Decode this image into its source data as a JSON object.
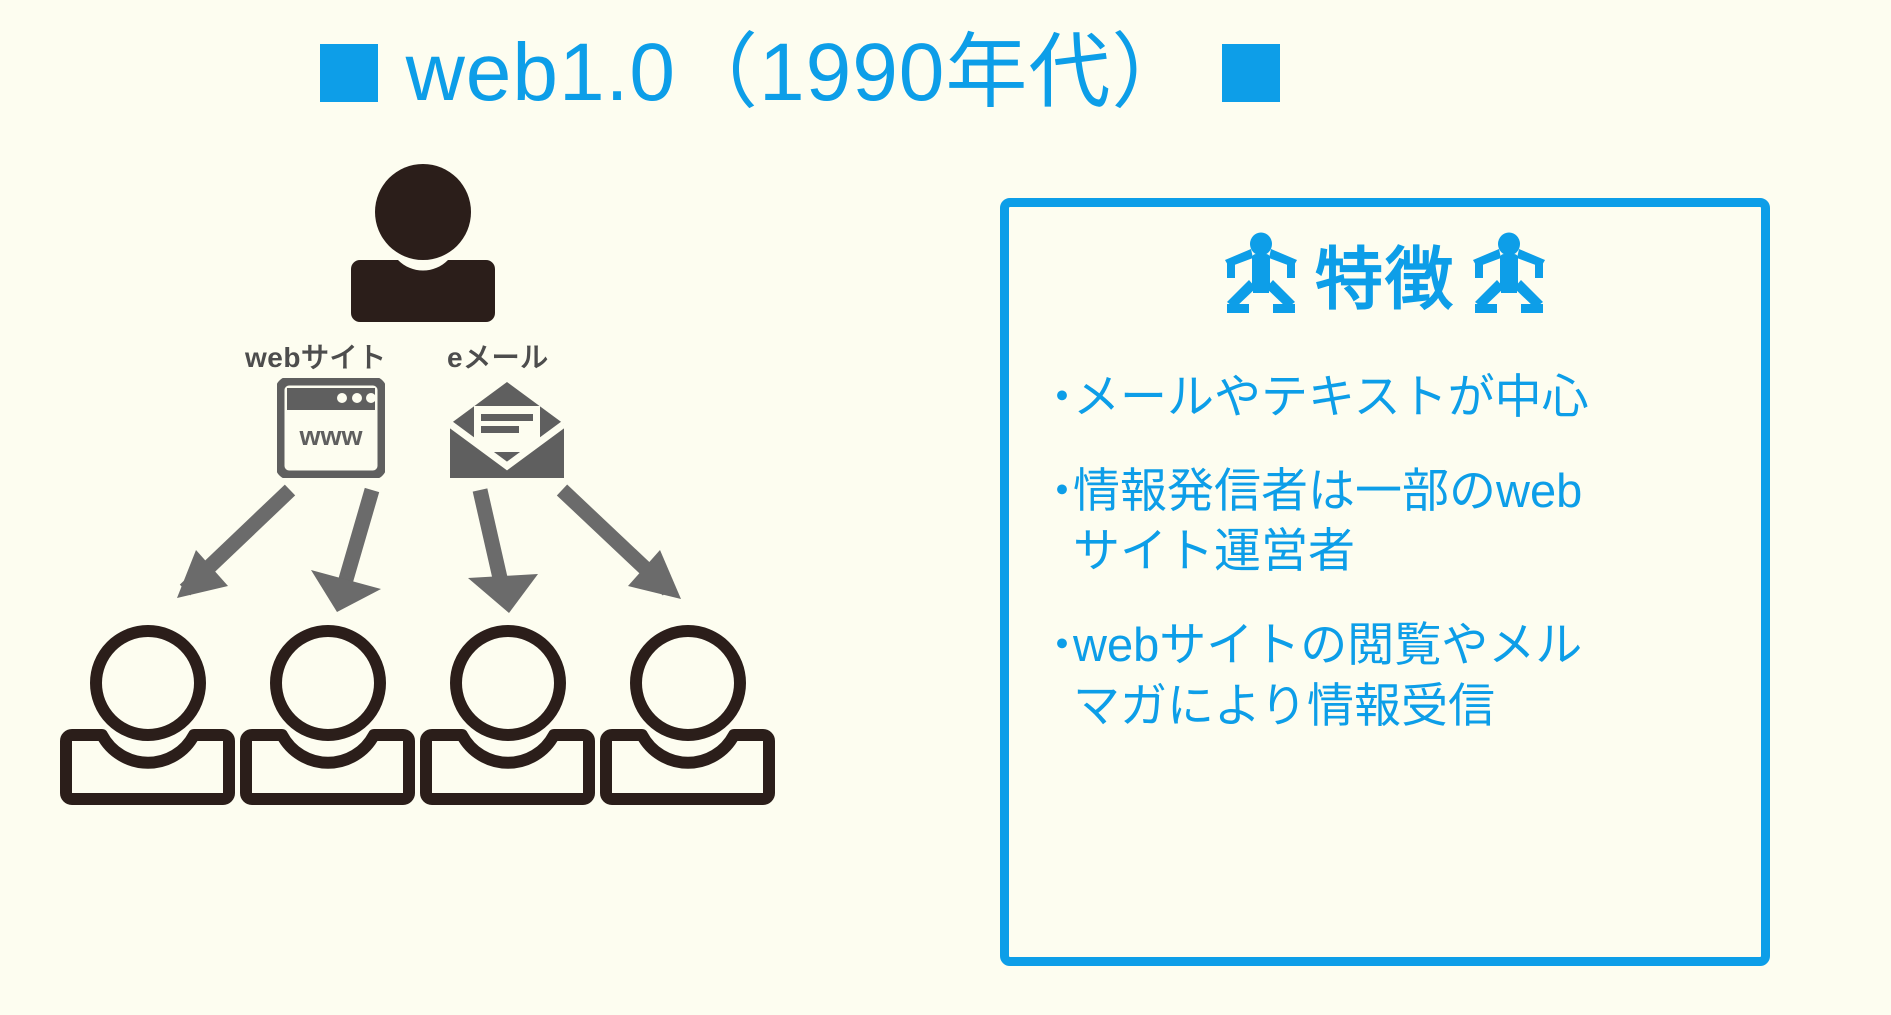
{
  "page": {
    "background_color": "#fdfdf0",
    "accent_color": "#0d9ee8",
    "dark_color": "#2b1e1a",
    "gray_color": "#5f5f5f"
  },
  "title": {
    "text": "web1.0（1990年代）",
    "left_marker": "square-marker",
    "right_marker": "square-marker",
    "color": "#0d9ee8"
  },
  "diagram": {
    "source": {
      "icon": "person-filled-icon",
      "label": ""
    },
    "channels": [
      {
        "label": "webサイト",
        "icon": "browser-window-icon",
        "icon_text": "www"
      },
      {
        "label": "eメール",
        "icon": "open-envelope-icon"
      }
    ],
    "arrows": [
      {
        "direction": "down-left"
      },
      {
        "direction": "down"
      },
      {
        "direction": "down"
      },
      {
        "direction": "down-right"
      }
    ],
    "receivers": [
      {
        "icon": "person-outline-icon"
      },
      {
        "icon": "person-outline-icon"
      },
      {
        "icon": "person-outline-icon"
      },
      {
        "icon": "person-outline-icon"
      }
    ]
  },
  "feature_box": {
    "heading": "特徴",
    "heading_icon_left": "jumping-person-icon",
    "heading_icon_right": "jumping-person-icon",
    "bullet_char": "・",
    "items": [
      {
        "lines": [
          "メールやテキストが中心"
        ]
      },
      {
        "lines": [
          "情報発信者は一部のweb",
          "サイト運営者"
        ]
      },
      {
        "lines": [
          "webサイトの閲覧やメル",
          "マガにより情報受信"
        ]
      }
    ]
  }
}
